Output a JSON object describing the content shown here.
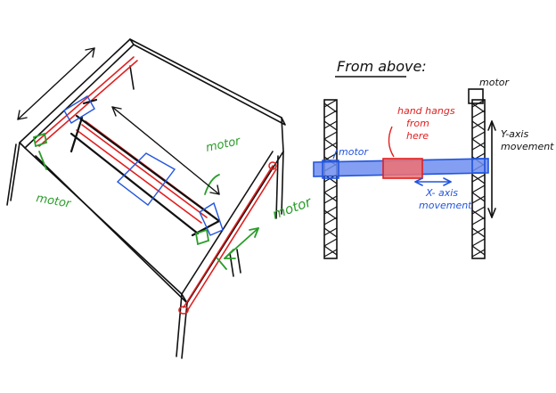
{
  "labels": {
    "title": "From above:",
    "motor_top": "motor",
    "motor_left_3d": "motor",
    "motor_center_3d": "motor",
    "motor_right_3d": "motor",
    "motor_top_view": "motor",
    "hand_note_line1": "hand hangs",
    "hand_note_line2": "from",
    "hand_note_line3": "here",
    "y_axis_line1": "Y-axis",
    "y_axis_line2": "movement",
    "x_axis_line1": "X- axis",
    "x_axis_line2": "movement"
  },
  "colors": {
    "ink": "#111111",
    "red": "#e02020",
    "green": "#2a9d2a",
    "blue": "#2255dd",
    "light_blue_fill": "#6f8df0",
    "red_fill": "#f07070"
  }
}
